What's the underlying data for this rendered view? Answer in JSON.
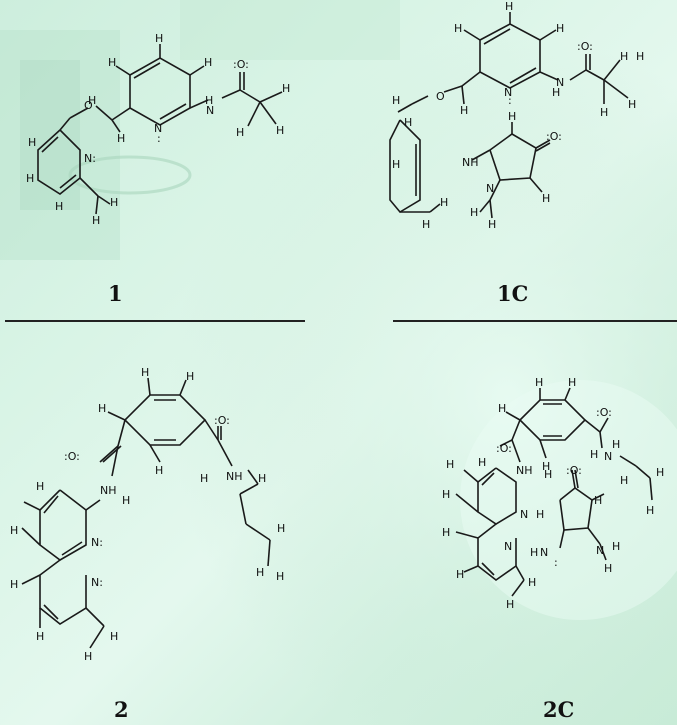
{
  "labels": {
    "mol1": "1",
    "mol1c": "1C",
    "mol2": "2",
    "mol2c": "2C"
  },
  "atoms": {
    "hydrogen": "H",
    "nitrogen": "N",
    "oxygen": "O",
    "ring_nitrogen": "N:",
    "carbonyl_oxygen": ":O:",
    "ether_oxygen": "O",
    "amine": "NH",
    "lone_pair": ":"
  },
  "colors": {
    "background": "#d6f2e4",
    "ink": "#111111"
  }
}
